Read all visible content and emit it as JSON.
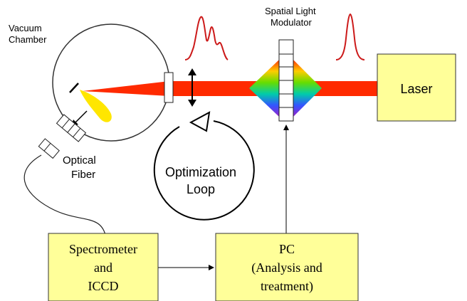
{
  "labels": {
    "vacuum_line1": "Vacuum",
    "vacuum_line2": "Chamber",
    "slm_line1": "Spatial Light",
    "slm_line2": "Modulator",
    "optical_line1": "Optical",
    "optical_line2": "Fiber",
    "loop_line1": "Optimization",
    "loop_line2": "Loop"
  },
  "boxes": {
    "laser": "Laser",
    "spectrometer": [
      "Spectrometer",
      "and",
      "ICCD"
    ],
    "pc": [
      "PC",
      "(Analysis and",
      "treatment)"
    ]
  },
  "colors": {
    "box_fill": "#ffff99",
    "beam": "#ff2a00",
    "plume": "#ffe600",
    "pulse": "#cc1a1a"
  }
}
